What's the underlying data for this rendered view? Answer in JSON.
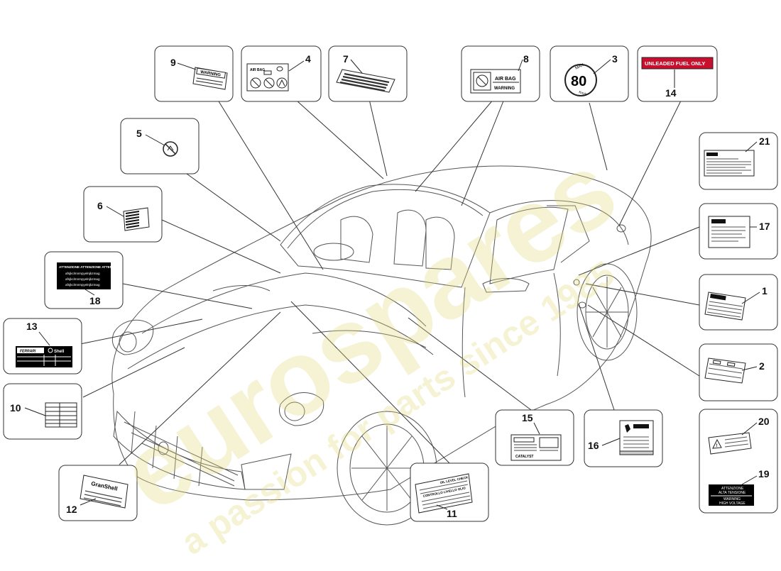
{
  "callouts": {
    "n1": "1",
    "n2": "2",
    "n3": "3",
    "n4": "4",
    "n5": "5",
    "n6": "6",
    "n7": "7",
    "n8": "8",
    "n9": "9",
    "n10": "10",
    "n11": "11",
    "n12": "12",
    "n13": "13",
    "n14": "14",
    "n15": "15",
    "n16": "16",
    "n17": "17",
    "n18": "18",
    "n19": "19",
    "n20": "20",
    "n21": "21"
  },
  "labels": {
    "warning": "WARNING",
    "air_bag_small": "AIR BAG",
    "air_bag": "AIR BAG",
    "air_bag_warning": "WARNING",
    "max": "MAX",
    "speed": "80",
    "speed_unit": "Km/h",
    "unleaded": "UNLEADED FUEL ONLY",
    "attenzione_header": "ATTENZIONE   ATTENZIONE   ATTENZIONE",
    "sample_text_1": "afsjkclmnmpyelnjkzmag",
    "sample_text_2": "afsjkclmnmpyelnjkzmag",
    "sample_text_3": "afsjkclmnmpyelnjkzmag",
    "shell": "Shell",
    "granshell": "GranShell",
    "oil_level_check": "OIL LEVEL CHECK",
    "controllo_livello": "CONTROLLO LIVELLO OLIO",
    "catalyst": "CATALYST",
    "attenzione": "ATTENZIONE",
    "alta_tensione": "ALTA TENSIONE",
    "warning_hv": "WARNING",
    "high_voltage": "HIGH VOLTAGE"
  },
  "watermark": {
    "brand": "eurospares",
    "tagline": "a passion for parts since 1985",
    "color": "#e1da78"
  },
  "colors": {
    "line": "#333333",
    "car_outline": "#555555",
    "label_red": "#c8102e",
    "label_black": "#000000"
  }
}
